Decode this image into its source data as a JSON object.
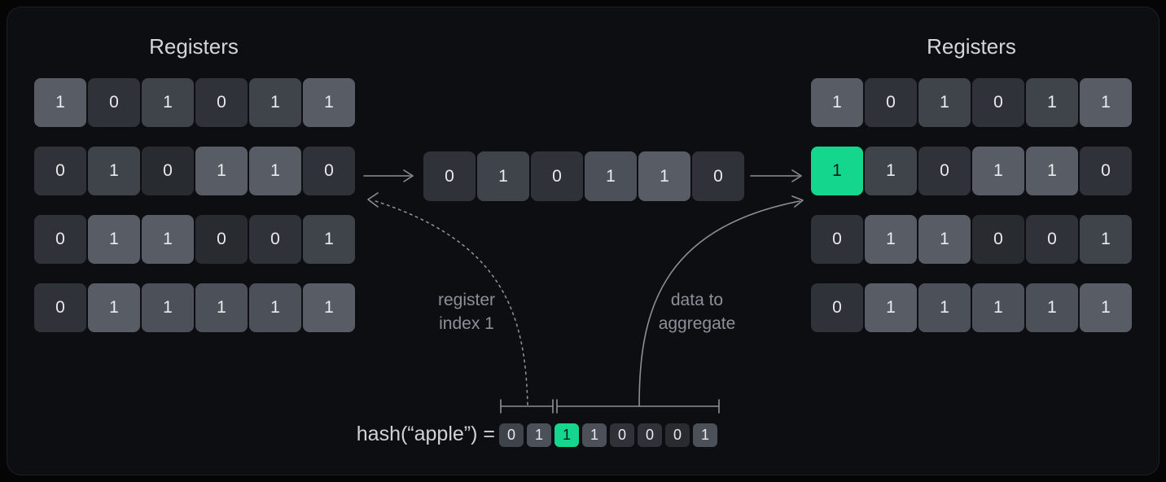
{
  "titles": {
    "left": "Registers",
    "right": "Registers"
  },
  "hash": {
    "label": "hash(“apple”) =",
    "bits": [
      {
        "v": "0",
        "t": "c"
      },
      {
        "v": "1",
        "t": "b"
      },
      {
        "v": "1",
        "t": "g"
      },
      {
        "v": "1",
        "t": "b"
      },
      {
        "v": "0",
        "t": "d"
      },
      {
        "v": "0",
        "t": "d"
      },
      {
        "v": "0",
        "t": "e"
      },
      {
        "v": "1",
        "t": "b"
      }
    ]
  },
  "left_grid": {
    "rows": [
      [
        {
          "v": "1",
          "t": "a"
        },
        {
          "v": "0",
          "t": "d"
        },
        {
          "v": "1",
          "t": "c"
        },
        {
          "v": "0",
          "t": "d"
        },
        {
          "v": "1",
          "t": "c"
        },
        {
          "v": "1",
          "t": "a"
        }
      ],
      [
        {
          "v": "0",
          "t": "d"
        },
        {
          "v": "1",
          "t": "c"
        },
        {
          "v": "0",
          "t": "e"
        },
        {
          "v": "1",
          "t": "a"
        },
        {
          "v": "1",
          "t": "a"
        },
        {
          "v": "0",
          "t": "d"
        }
      ],
      [
        {
          "v": "0",
          "t": "d"
        },
        {
          "v": "1",
          "t": "a"
        },
        {
          "v": "1",
          "t": "a"
        },
        {
          "v": "0",
          "t": "e"
        },
        {
          "v": "0",
          "t": "d"
        },
        {
          "v": "1",
          "t": "c"
        }
      ],
      [
        {
          "v": "0",
          "t": "d"
        },
        {
          "v": "1",
          "t": "a"
        },
        {
          "v": "1",
          "t": "b"
        },
        {
          "v": "1",
          "t": "b"
        },
        {
          "v": "1",
          "t": "b"
        },
        {
          "v": "1",
          "t": "a"
        }
      ]
    ]
  },
  "middle_row": {
    "cells": [
      {
        "v": "0",
        "t": "d"
      },
      {
        "v": "1",
        "t": "c"
      },
      {
        "v": "0",
        "t": "d"
      },
      {
        "v": "1",
        "t": "b"
      },
      {
        "v": "1",
        "t": "a"
      },
      {
        "v": "0",
        "t": "d"
      }
    ]
  },
  "right_grid": {
    "rows": [
      [
        {
          "v": "1",
          "t": "a"
        },
        {
          "v": "0",
          "t": "d"
        },
        {
          "v": "1",
          "t": "c"
        },
        {
          "v": "0",
          "t": "d"
        },
        {
          "v": "1",
          "t": "c"
        },
        {
          "v": "1",
          "t": "a"
        }
      ],
      [
        {
          "v": "1",
          "t": "g"
        },
        {
          "v": "1",
          "t": "c"
        },
        {
          "v": "0",
          "t": "d"
        },
        {
          "v": "1",
          "t": "a"
        },
        {
          "v": "1",
          "t": "a"
        },
        {
          "v": "0",
          "t": "d"
        }
      ],
      [
        {
          "v": "0",
          "t": "d"
        },
        {
          "v": "1",
          "t": "a"
        },
        {
          "v": "1",
          "t": "a"
        },
        {
          "v": "0",
          "t": "e"
        },
        {
          "v": "0",
          "t": "d"
        },
        {
          "v": "1",
          "t": "c"
        }
      ],
      [
        {
          "v": "0",
          "t": "d"
        },
        {
          "v": "1",
          "t": "a"
        },
        {
          "v": "1",
          "t": "b"
        },
        {
          "v": "1",
          "t": "b"
        },
        {
          "v": "1",
          "t": "b"
        },
        {
          "v": "1",
          "t": "a"
        }
      ]
    ]
  },
  "annotations": {
    "register_index": {
      "line1": "register",
      "line2": "index 1"
    },
    "data_to_aggregate": {
      "line1": "data to",
      "line2": "aggregate"
    }
  },
  "colors": {
    "page_bg": "#050506",
    "panel_bg": "#0d0e11",
    "panel_border": "#1d1f24",
    "title_text": "#d3d5d9",
    "hash_label_text": "#d0d2d7",
    "digit": "#e9ebee",
    "digit_on_green": "#12151a",
    "label_text": "#8b9099",
    "arrow": "#8a8f97",
    "tones": {
      "a": "#585d65",
      "b": "#4c5159",
      "c": "#3f434a",
      "d": "#2f3238",
      "e": "#282b30",
      "g": "#14d78d"
    }
  }
}
